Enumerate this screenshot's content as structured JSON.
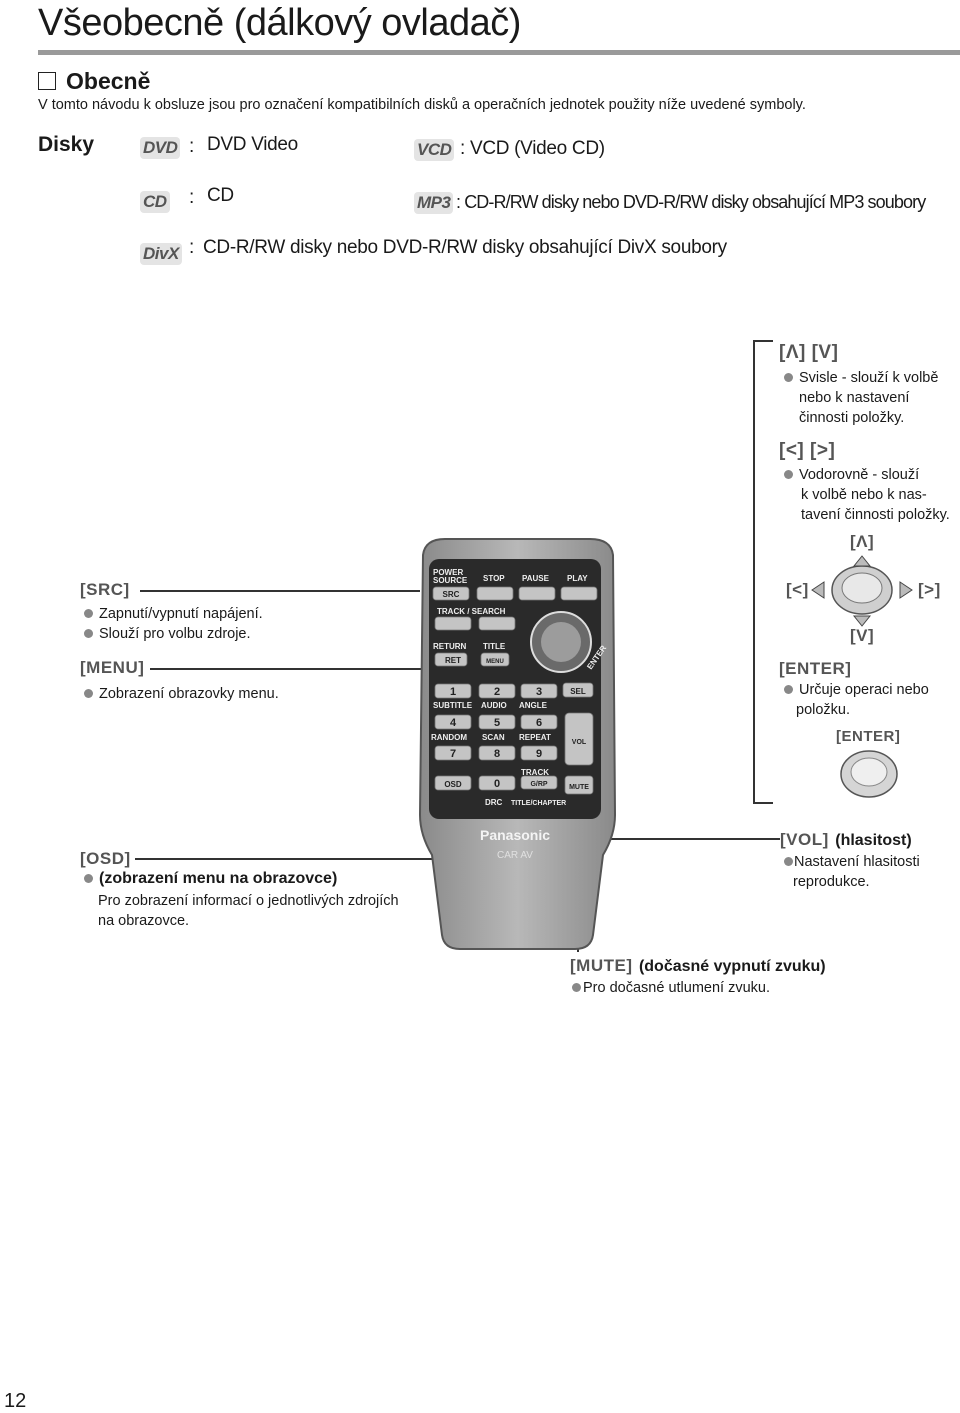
{
  "header": {
    "title": "Všeobecně (dálkový ovladač)"
  },
  "section": {
    "heading": "Obecně",
    "intro": "V tomto návodu k obsluze jsou pro označení kompatibilních disků a operačních jednotek použity níže uvedené symboly."
  },
  "discs": {
    "label": "Disky",
    "items": [
      {
        "icon": "DVD",
        "sep": ":",
        "text": "DVD Video"
      },
      {
        "icon": "VCD",
        "sep": ":",
        "text": ": VCD (Video CD)"
      },
      {
        "icon": "CD",
        "sep": ":",
        "text": "CD"
      },
      {
        "icon": "MP3",
        "sep": ":",
        "text": ": CD-R/RW disky nebo DVD-R/RW disky obsahující MP3 soubory"
      },
      {
        "icon": "DivX",
        "sep": ":",
        "text": "CD-R/RW disky nebo DVD-R/RW disky obsahující DivX soubory"
      }
    ]
  },
  "right": {
    "updown_label": "[Λ] [V]",
    "updown_text": [
      "Svisle - slouží k volbě",
      "nebo k nastavení",
      "činnosti položky."
    ],
    "leftright_label": "[<] [>]",
    "leftright_text": [
      "Vodorovně - slouží",
      "k volbě nebo k nas-",
      "tavení činnosti položky."
    ],
    "joy_up": "[Λ]",
    "joy_left": "[<]",
    "joy_right": "[>]",
    "joy_down": "[V]",
    "enter_label": "[ENTER]",
    "enter_text": [
      "Určuje operaci nebo",
      "položku."
    ],
    "enter_button_label": "[ENTER]",
    "vol_label": "[VOL]",
    "vol_title": "(hlasitost)",
    "vol_text": [
      "Nastavení hlasitosti",
      "reprodukce."
    ]
  },
  "left": {
    "src_label": "[SRC]",
    "src_text": [
      "Zapnutí/vypnutí napájení.",
      "Slouží pro volbu zdroje."
    ],
    "menu_label": "[MENU]",
    "menu_text": "Zobrazení obrazovky menu.",
    "osd_label": "[OSD]",
    "osd_title": "(zobrazení menu na obrazovce)",
    "osd_text": [
      "Pro zobrazení informací o jednotlivých zdrojích",
      "na obrazovce."
    ]
  },
  "mute": {
    "label": "[MUTE]",
    "title": "(dočasné vypnutí zvuku)",
    "text": "Pro dočasné utlumení zvuku."
  },
  "remote": {
    "power_source": [
      "POWER",
      "SOURCE"
    ],
    "src": "SRC",
    "stop": "STOP",
    "pause": "PAUSE",
    "play": "PLAY",
    "track_search": "TRACK / SEARCH",
    "return": "RETURN",
    "title": "TITLE",
    "ret": "RET",
    "menu": "MENU",
    "enter": "ENTER",
    "sel": "SEL",
    "n1": "1",
    "n2": "2",
    "n3": "3",
    "subtitle": "SUBTITLE",
    "audio": "AUDIO",
    "angle": "ANGLE",
    "n4": "4",
    "n5": "5",
    "n6": "6",
    "random": "RANDOM",
    "scan": "SCAN",
    "repeat": "REPEAT",
    "n7": "7",
    "n8": "8",
    "n9": "9",
    "vol": "VOL",
    "track": "TRACK",
    "grp": "G/RP",
    "osd": "OSD",
    "n0": "0",
    "mute": "MUTE",
    "drc": "DRC",
    "title_chapter": "TITLE/CHAPTER",
    "brand": "Panasonic",
    "model": "CAR AV"
  },
  "page_number": "12"
}
